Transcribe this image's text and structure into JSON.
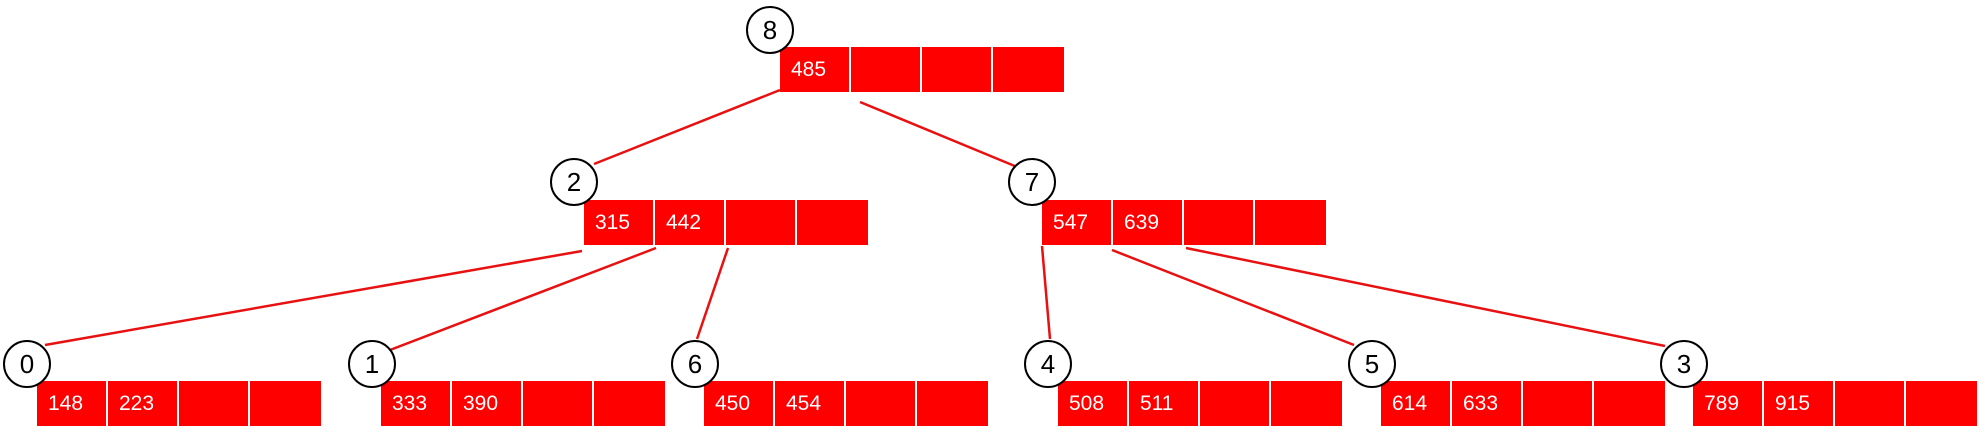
{
  "colors": {
    "cell_fill": "#ff0000",
    "cell_text": "#ffffff",
    "edge": "#e81010",
    "circle_border": "#000000"
  },
  "nodes": [
    {
      "id": "8",
      "keys": [
        "485",
        "",
        "",
        ""
      ]
    },
    {
      "id": "2",
      "keys": [
        "315",
        "442",
        "",
        ""
      ]
    },
    {
      "id": "7",
      "keys": [
        "547",
        "639",
        "",
        ""
      ]
    },
    {
      "id": "0",
      "keys": [
        "148",
        "223",
        "",
        ""
      ]
    },
    {
      "id": "1",
      "keys": [
        "333",
        "390",
        "",
        ""
      ]
    },
    {
      "id": "6",
      "keys": [
        "450",
        "454",
        "",
        ""
      ]
    },
    {
      "id": "4",
      "keys": [
        "508",
        "511",
        "",
        ""
      ]
    },
    {
      "id": "5",
      "keys": [
        "614",
        "633",
        "",
        ""
      ]
    },
    {
      "id": "3",
      "keys": [
        "789",
        "915",
        "",
        ""
      ]
    }
  ]
}
